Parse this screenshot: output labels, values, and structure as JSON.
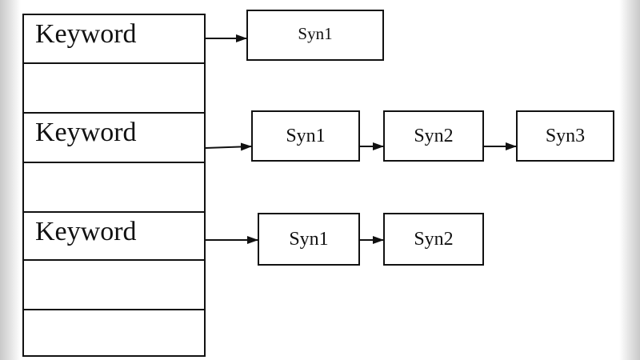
{
  "diagram": {
    "keyword_rows": [
      {
        "label": "Keyword"
      },
      {
        "label": ""
      },
      {
        "label": "Keyword"
      },
      {
        "label": ""
      },
      {
        "label": "Keyword"
      },
      {
        "label": ""
      },
      {
        "label": ""
      }
    ],
    "chains": [
      {
        "synonyms": [
          "Syn1"
        ]
      },
      {
        "synonyms": [
          "Syn1",
          "Syn2",
          "Syn3"
        ]
      },
      {
        "synonyms": [
          "Syn1",
          "Syn2"
        ]
      }
    ],
    "colors": {
      "line": "#111111",
      "background": "#ffffff"
    }
  }
}
